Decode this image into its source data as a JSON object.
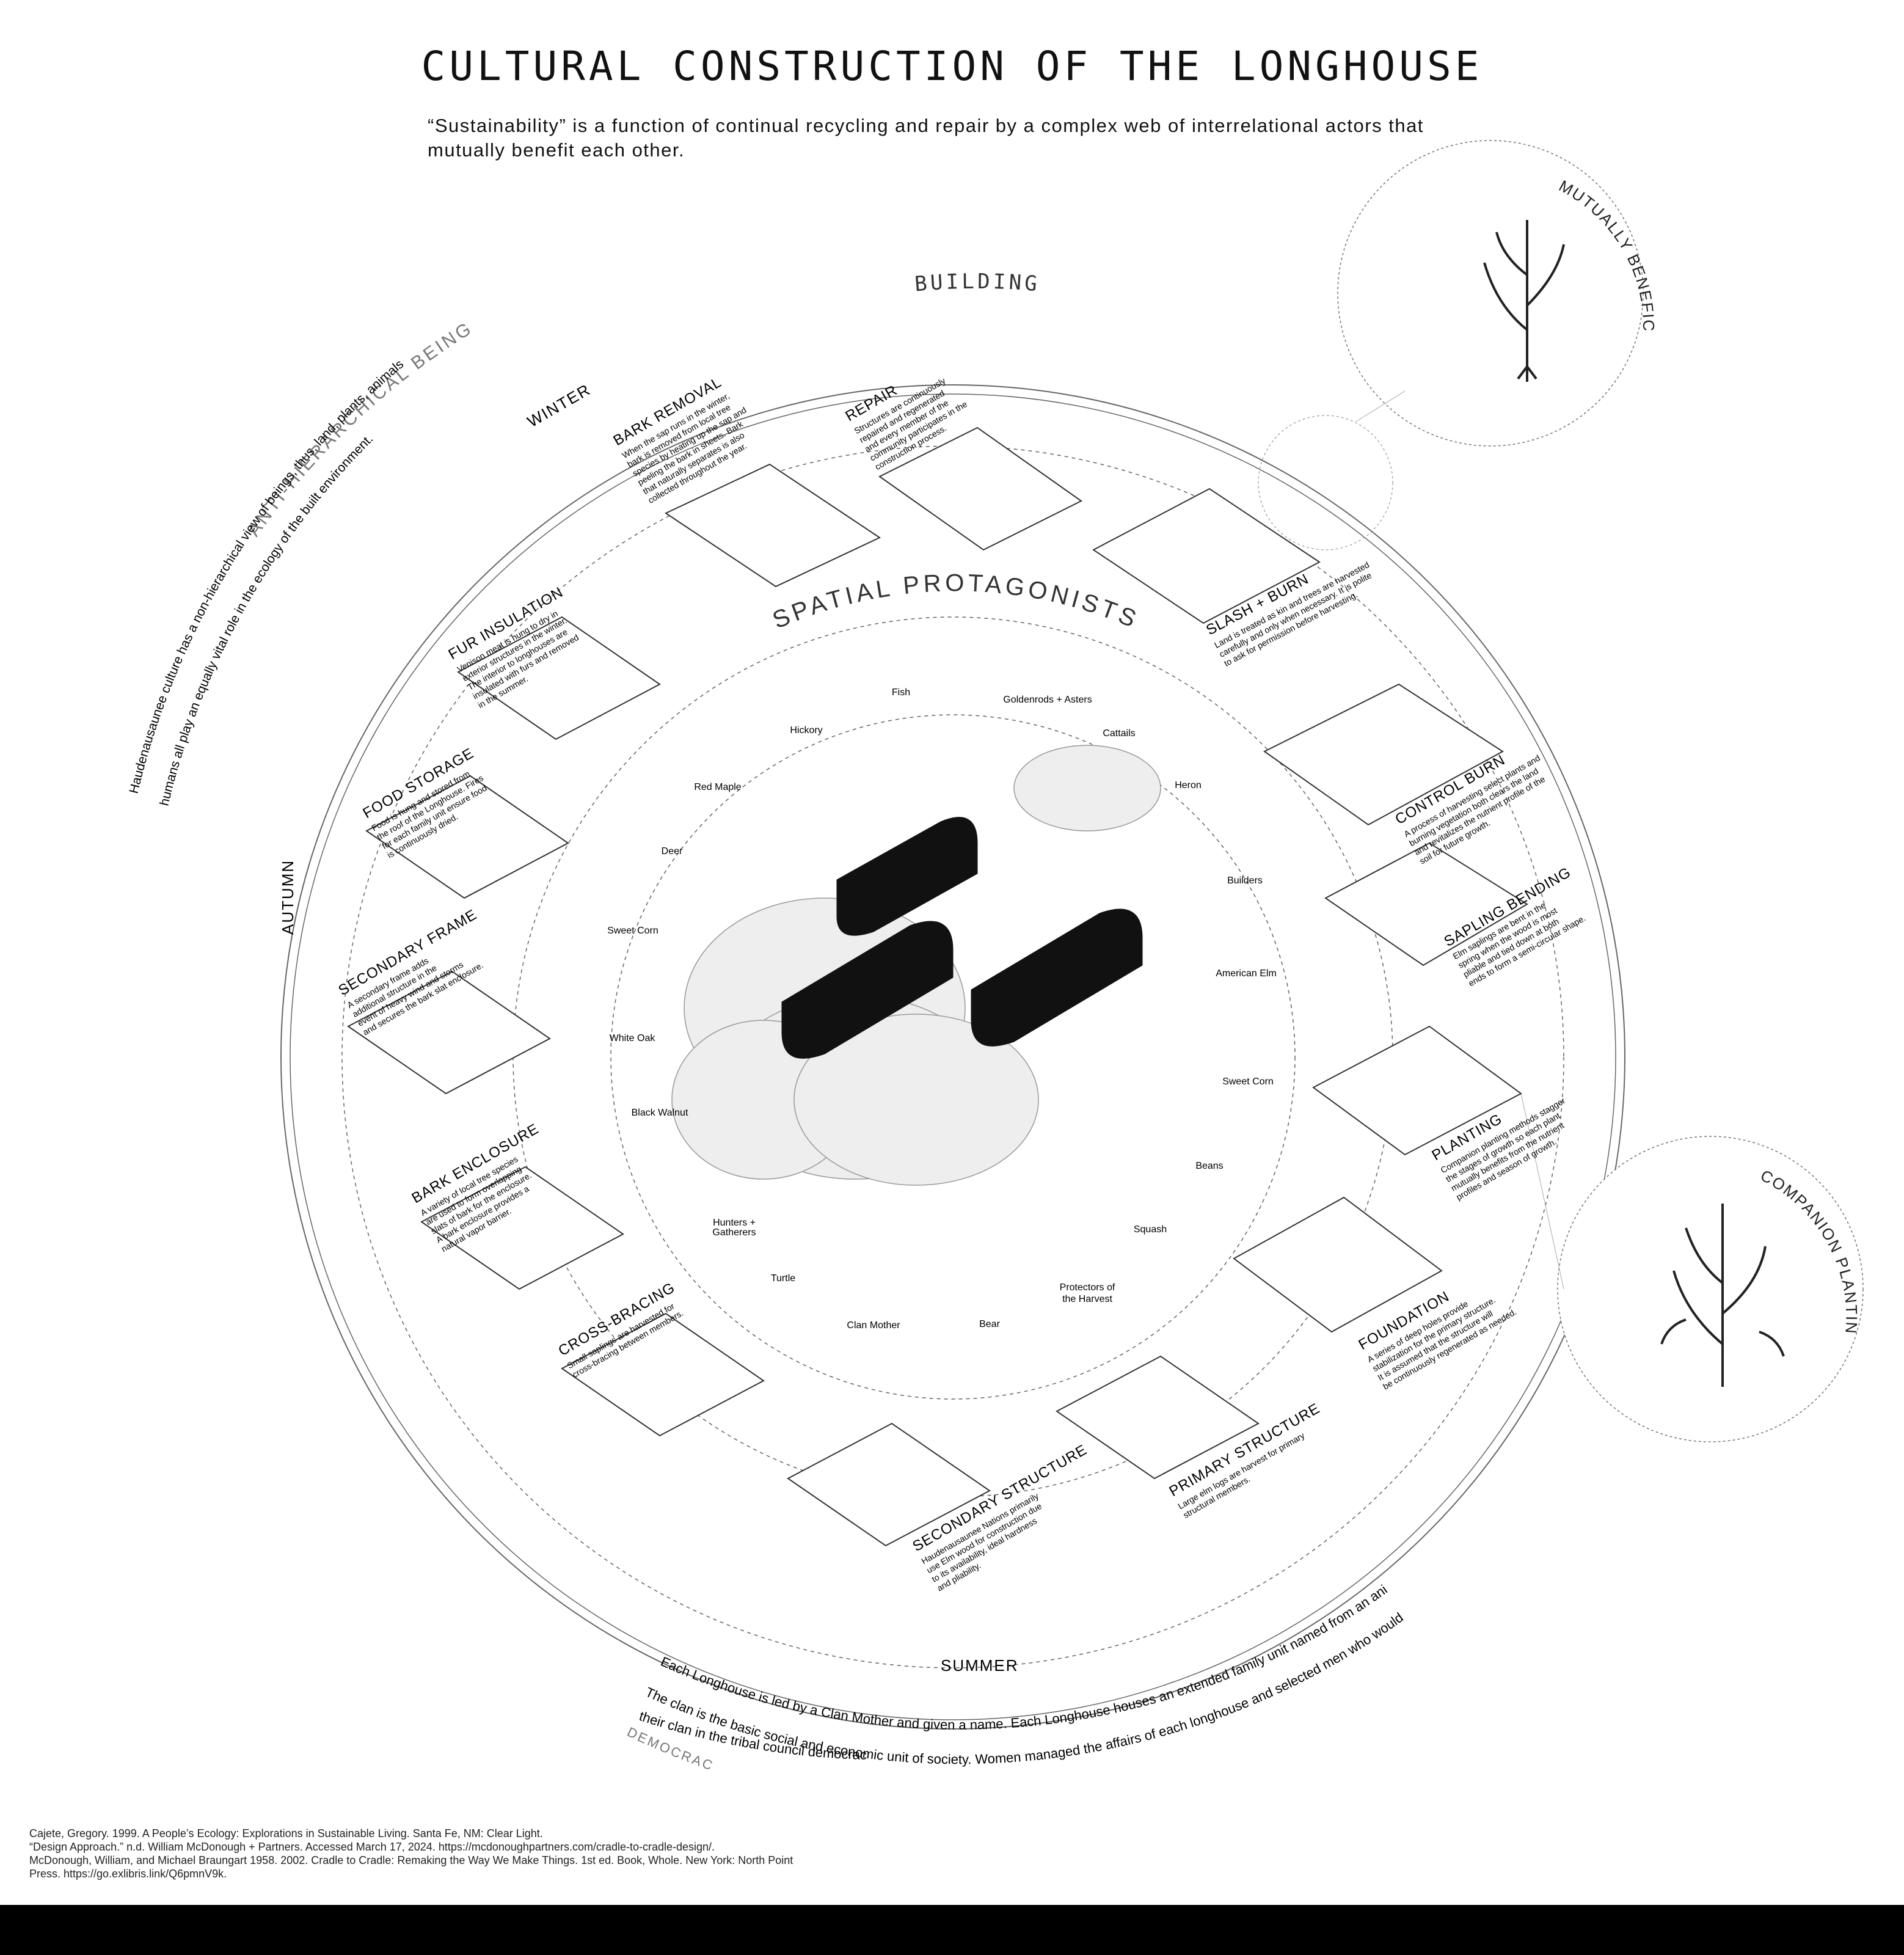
{
  "title": "CULTURAL CONSTRUCTION OF THE LONGHOUSE",
  "subtitle_lines": [
    "“Sustainability” is a function of continual recycling and repair by a complex web of interrelational actors that",
    "mutually benefit each other."
  ],
  "ring_labels": {
    "building": "BUILDING",
    "spatial_protagonists": "SPATIAL PROTAGONISTS",
    "winter": "WINTER",
    "autumn": "AUTUMN",
    "summer": "SUMMER"
  },
  "side_notes": {
    "anti_hierarchical_heading": "ANTI-HIERARCHICAL BEINGS",
    "anti_hierarchical_line1": "Haudenausaunee culture has a non-hierarchical view of beings, thus, land, plants, animals and",
    "anti_hierarchical_line2": "humans all play an equally vital role in the ecology of the built environment.",
    "democracy_heading": "DEMOCRACY",
    "democracy_line1": "Each Longhouse is led by a Clan Mother and given a name. Each Longhouse houses an extended family unit named from an animal or bird.",
    "democracy_line2": "The clan is the basic social and economic unit of society. Women managed the affairs of each longhouse and selected men who would represent",
    "democracy_line3": "their clan in the tribal council democracy.",
    "mutually_beneficial": "MUTUALLY BENEFICIAL",
    "companion_planting": "COMPANION PLANTING"
  },
  "stages": [
    {
      "title": "BARK REMOVAL",
      "text": [
        "When the sap runs in the winter,",
        "bark is removed from local tree",
        "species by heating up the sap and",
        "peeling the bark in sheets. Bark",
        "that naturally separates is also",
        "collected throughout the year."
      ]
    },
    {
      "title": "REPAIR",
      "text": [
        "Structures are continuously",
        "repaired and regenerated",
        "and every member of the",
        "community participates in the",
        "construction process."
      ]
    },
    {
      "title": "SLASH + BURN",
      "text": [
        "Land is treated as kin and trees are harvested",
        "carefully and only when necessary. It is polite",
        "to ask for permission before harvesting."
      ]
    },
    {
      "title": "CONTROL BURN",
      "text": [
        "A process of harvesting select plants and",
        "burning vegetation both clears the land",
        "and revitalizes the nutrient profile of the",
        "soil for future growth."
      ]
    },
    {
      "title": "SAPLING BENDING",
      "text": [
        "Elm saplings are bent in the",
        "spring when the wood is most",
        "pliable and tied down at both",
        "ends to form a semi-circular shape."
      ]
    },
    {
      "title": "PLANTING",
      "text": [
        "Companion planting methods stagger",
        "the stages of growth so each plant",
        "mutually benefits from the nutrient",
        "profiles and season of growth."
      ]
    },
    {
      "title": "FOUNDATION",
      "text": [
        "A series of deep holes provide",
        "stabilization for the primary structure.",
        "It is assumed that the structure will",
        "be continuously regenerated as needed."
      ]
    },
    {
      "title": "PRIMARY STRUCTURE",
      "text": [
        "Large elm logs are harvest for primary",
        "structural members."
      ]
    },
    {
      "title": "SECONDARY STRUCTURE",
      "text": [
        "Haudenausaunee Nations primarily",
        "use Elm wood for construction due",
        "to its availability, ideal hardness",
        "and pliability."
      ]
    },
    {
      "title": "CROSS-BRACING",
      "text": [
        "Small saplings are harvested for",
        "cross-bracing between members."
      ]
    },
    {
      "title": "BARK ENCLOSURE",
      "text": [
        "A variety of local tree species",
        "are used to form overlapping",
        "slats of bark for the enclosure.",
        "A bark enclosure provides a",
        "natural vapor barrier."
      ]
    },
    {
      "title": "SECONDARY FRAME",
      "text": [
        "A secondary frame adds",
        "additional structure in the",
        "event of heavy wind and storms",
        "and secures the bark slat enclosure."
      ]
    },
    {
      "title": "FOOD STORAGE",
      "text": [
        "Food is hung and stored from",
        "the roof of the Longhouse. Fires",
        "for each family unit ensure food",
        "is continuously dried."
      ]
    },
    {
      "title": "FUR INSULATION",
      "text": [
        "Venison meat is hung to dry in",
        "exterior structures in the winter.",
        "The interior to longhouses are",
        "insulated with furs and removed",
        "in the summer."
      ]
    }
  ],
  "protagonists": [
    "Hickory",
    "Fish",
    "Goldenrods + Asters",
    "Cattails",
    "Heron",
    "Builders",
    "American Elm",
    "Sweet Corn",
    "Beans",
    "Squash",
    "Protectors of",
    "the Harvest",
    "Bear",
    "Clan Mother",
    "Turtle",
    "Hunters +",
    "Gatherers",
    "Black Walnut",
    "White Oak",
    "Sweet Corn",
    "Deer",
    "Red Maple"
  ],
  "references": [
    "Cajete, Gregory. 1999. A People’s Ecology: Explorations in Sustainable Living. Santa Fe, NM: Clear Light.",
    "“Design Approach.” n.d. William McDonough + Partners. Accessed March 17, 2024. https://mcdonoughpartners.com/cradle-to-cradle-design/.",
    "McDonough, William, and Michael Braungart 1958. 2002. Cradle to Cradle: Remaking the Way We Make Things. 1st ed. Book, Whole. New York: North Point",
    "Press. https://go.exlibris.link/Q6pmnV9k."
  ]
}
